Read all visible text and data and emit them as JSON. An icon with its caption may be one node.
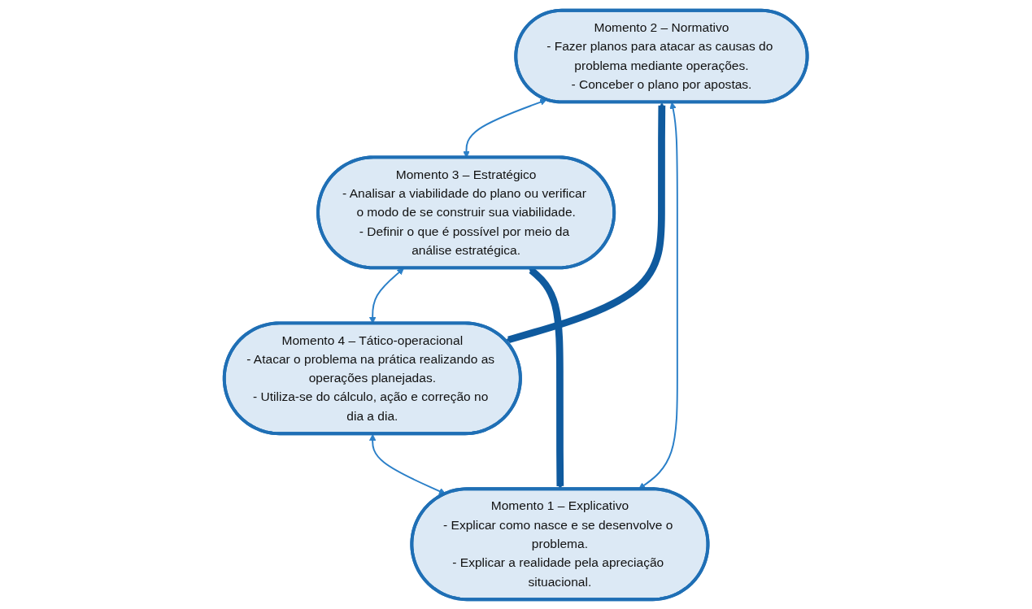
{
  "diagram": {
    "nodes": [
      {
        "text": [
          "Momento 2 – Normativo",
          "- Fazer planos para atacar as causas do problema mediante operações.",
          "- Conceber o plano por apostas."
        ]
      },
      {
        "text": [
          "Momento 1 – Explicativo",
          "- Explicar como nasce e se desenvolve o problema.",
          "- Explicar a realidade pela apreciação situacional."
        ]
      },
      {
        "text": [
          "Momento 3 – Estratégico",
          "- Analisar a viabilidade do plano ou verificar o modo de se construir sua viabilidade.",
          "- Definir o que é possível por meio da análise estratégica."
        ]
      },
      {
        "text": [
          "Momento 4 – Tático-operacional",
          "- Atacar o problema na prática realizando as operações planejadas.",
          "- Utiliza-se do cálculo, ação e correção no dia a dia."
        ]
      }
    ],
    "edges": [
      {
        "from": 1,
        "to": 0,
        "arrow": "both"
      },
      {
        "from": 0,
        "to": 2,
        "arrow": "both"
      },
      {
        "from": 2,
        "to": 3,
        "arrow": "both"
      },
      {
        "from": 3,
        "to": 1,
        "arrow": "both"
      },
      {
        "from": 0,
        "to": 3,
        "arrow": "both",
        "style": "thick"
      },
      {
        "from": 1,
        "to": 2,
        "arrow": "both",
        "style": "thick"
      }
    ]
  }
}
